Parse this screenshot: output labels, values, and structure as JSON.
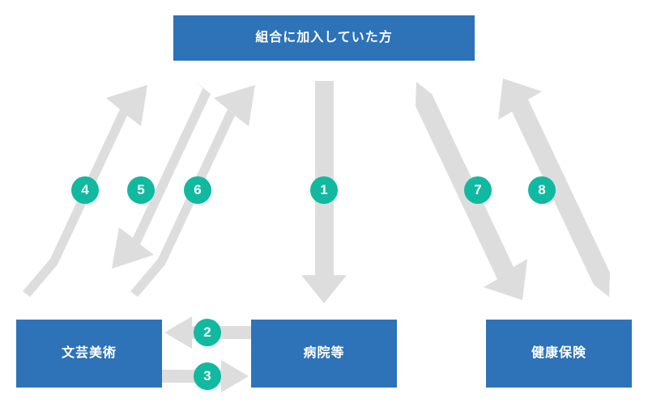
{
  "diagram": {
    "title_box": {
      "label": "組合に加入していた方",
      "color": "#2E72B8"
    },
    "bottom_boxes": [
      {
        "id": "bungei-bijutsu",
        "label": "文芸美術",
        "color": "#2E72B8"
      },
      {
        "id": "byouin-tou",
        "label": "病院等",
        "color": "#2E72B8"
      },
      {
        "id": "kenkou-hoken",
        "label": "健康保険",
        "color": "#2E72B8"
      }
    ],
    "steps": [
      {
        "number": "1",
        "from": "組合に加入していた方",
        "to": "病院等",
        "direction": "down"
      },
      {
        "number": "2",
        "from": "病院等",
        "to": "文芸美術",
        "direction": "left"
      },
      {
        "number": "3",
        "from": "文芸美術",
        "to": "病院等",
        "direction": "right"
      },
      {
        "number": "4",
        "from": "文芸美術",
        "to": "組合に加入していた方",
        "direction": "up-right"
      },
      {
        "number": "5",
        "from": "組合に加入していた方",
        "to": "文芸美術",
        "direction": "down-left"
      },
      {
        "number": "6",
        "from": "文芸美術",
        "to": "組合に加入していた方",
        "direction": "up-right"
      },
      {
        "number": "7",
        "from": "組合に加入していた方",
        "to": "健康保険",
        "direction": "down-right"
      },
      {
        "number": "8",
        "from": "健康保険",
        "to": "組合に加入していた方",
        "direction": "up-left"
      }
    ],
    "colors": {
      "box_blue": "#2E72B8",
      "badge_teal": "#10B9A0",
      "arrow_gray": "#DDDDDD",
      "text_white": "#FFFFFF",
      "background": "#FFFFFF"
    }
  }
}
